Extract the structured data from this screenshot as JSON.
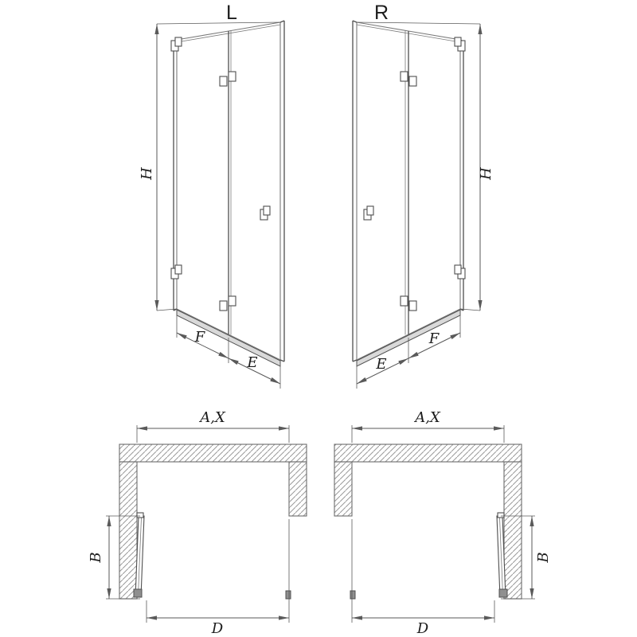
{
  "colors": {
    "background": "#ffffff",
    "drawing_line": "#7a7a7a",
    "profile_line": "#4f4f4f",
    "dimension_line": "#5a5a5a",
    "hatch_line": "#9a9a9a",
    "wall_outline": "#6b6b6b",
    "text": "#1c1c1c"
  },
  "elevation_left": {
    "variant_label": "L",
    "height_label": "H",
    "fold_width_label": "F",
    "end_width_label": "E"
  },
  "elevation_right": {
    "variant_label": "R",
    "height_label": "H",
    "end_width_label": "E",
    "fold_width_label": "F"
  },
  "plan_left": {
    "width_label": "A,X",
    "projection_label": "B",
    "passage_label": "D"
  },
  "plan_right": {
    "width_label": "A,X",
    "projection_label": "B",
    "passage_label": "D"
  }
}
